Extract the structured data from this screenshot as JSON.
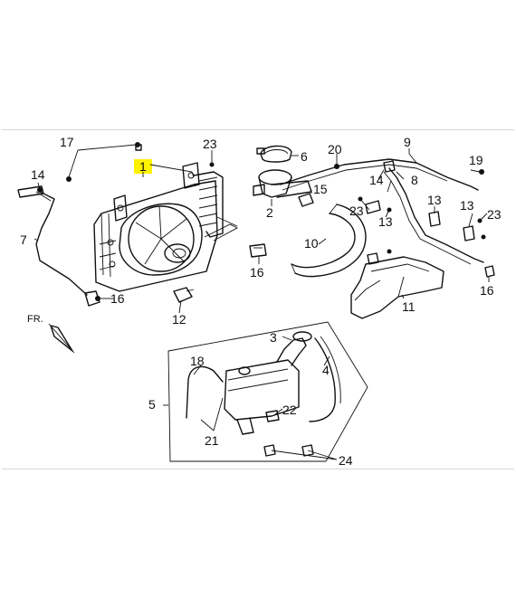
{
  "diagram": {
    "highlight_color": "#fff200",
    "orientation_label": "FR.",
    "callouts": [
      {
        "id": "c1",
        "label": "1"
      },
      {
        "id": "c2",
        "label": "2"
      },
      {
        "id": "c3",
        "label": "3"
      },
      {
        "id": "c4",
        "label": "4"
      },
      {
        "id": "c5",
        "label": "5"
      },
      {
        "id": "c6",
        "label": "6"
      },
      {
        "id": "c7",
        "label": "7"
      },
      {
        "id": "c8",
        "label": "8"
      },
      {
        "id": "c9",
        "label": "9"
      },
      {
        "id": "c10",
        "label": "10"
      },
      {
        "id": "c11",
        "label": "11"
      },
      {
        "id": "c12",
        "label": "12"
      },
      {
        "id": "c13a",
        "label": "13"
      },
      {
        "id": "c13b",
        "label": "13"
      },
      {
        "id": "c13c",
        "label": "13"
      },
      {
        "id": "c14a",
        "label": "14"
      },
      {
        "id": "c14b",
        "label": "14"
      },
      {
        "id": "c15",
        "label": "15"
      },
      {
        "id": "c16a",
        "label": "16"
      },
      {
        "id": "c16b",
        "label": "16"
      },
      {
        "id": "c16c",
        "label": "16"
      },
      {
        "id": "c17",
        "label": "17"
      },
      {
        "id": "c18",
        "label": "18"
      },
      {
        "id": "c19",
        "label": "19"
      },
      {
        "id": "c20",
        "label": "20"
      },
      {
        "id": "c21",
        "label": "21"
      },
      {
        "id": "c22",
        "label": "22"
      },
      {
        "id": "c23a",
        "label": "23"
      },
      {
        "id": "c23b",
        "label": "23"
      },
      {
        "id": "c23c",
        "label": "23"
      },
      {
        "id": "c24",
        "label": "24"
      }
    ]
  }
}
